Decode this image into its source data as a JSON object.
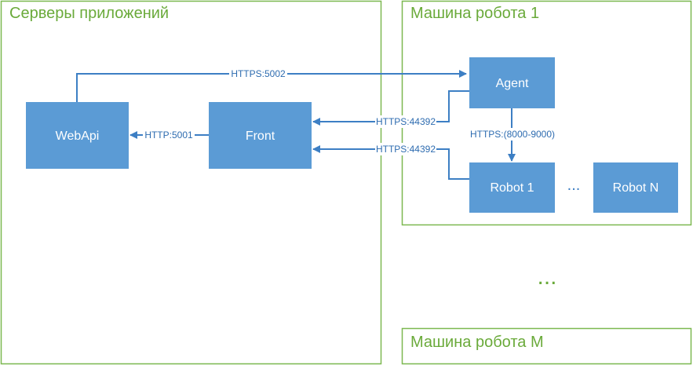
{
  "colors": {
    "group_border": "#7cb850",
    "group_text": "#6aaa3a",
    "node_fill": "#5b9bd5",
    "edge": "#3d7fc4",
    "edge_text": "#2e6cb0",
    "background": "#ffffff"
  },
  "groups": {
    "app_servers": "Серверы приложений",
    "robot_machine_1": "Машина робота 1",
    "robot_machine_m": "Машина робота M"
  },
  "nodes": {
    "webapi": "WebApi",
    "front": "Front",
    "agent": "Agent",
    "robot1": "Robot 1",
    "robotn": "Robot N"
  },
  "edges": {
    "webapi_agent": "HTTPS:5002",
    "front_webapi": "HTTP:5001",
    "agent_front": "HTTPS:44392",
    "robot1_front": "HTTPS:44392",
    "agent_robot1": "HTTPS:(8000-9000)"
  },
  "ellipsis": {
    "robots": "...",
    "machines": "..."
  }
}
